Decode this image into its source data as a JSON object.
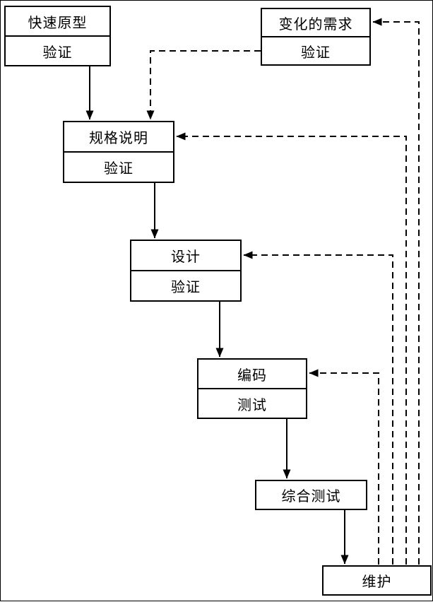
{
  "diagram": {
    "type": "flowchart",
    "boxes": {
      "rapid_prototype": {
        "title": "快速原型",
        "sub": "验证"
      },
      "changing_requirements": {
        "title": "变化的需求",
        "sub": "验证"
      },
      "specification": {
        "title": "规格说明",
        "sub": "验证"
      },
      "design": {
        "title": "设计",
        "sub": "验证"
      },
      "coding": {
        "title": "编码",
        "sub": "测试"
      },
      "integration_test": {
        "title": "综合测试"
      },
      "maintenance": {
        "title": "维护"
      }
    },
    "edges": [
      {
        "from": "rapid_prototype",
        "to": "specification",
        "style": "solid"
      },
      {
        "from": "changing_requirements",
        "to": "specification",
        "style": "dashed"
      },
      {
        "from": "specification",
        "to": "design",
        "style": "solid"
      },
      {
        "from": "design",
        "to": "coding",
        "style": "solid"
      },
      {
        "from": "coding",
        "to": "integration_test",
        "style": "solid"
      },
      {
        "from": "integration_test",
        "to": "maintenance",
        "style": "solid"
      },
      {
        "from": "maintenance",
        "to": "coding",
        "style": "dashed"
      },
      {
        "from": "maintenance",
        "to": "design",
        "style": "dashed"
      },
      {
        "from": "maintenance",
        "to": "specification",
        "style": "dashed"
      },
      {
        "from": "maintenance",
        "to": "changing_requirements",
        "style": "dashed"
      }
    ],
    "colors": {
      "line": "#000000",
      "box_border": "#000000",
      "background": "#ffffff"
    }
  }
}
